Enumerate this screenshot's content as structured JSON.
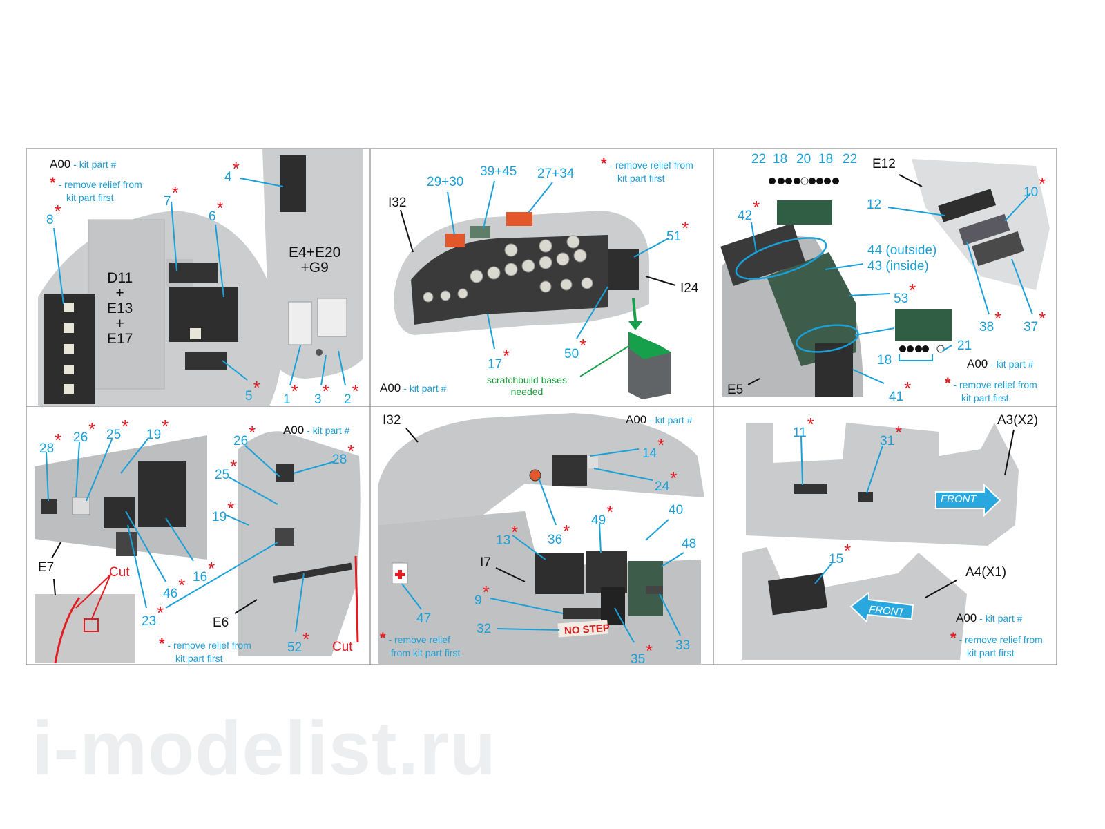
{
  "legend": {
    "kit_code": "A00",
    "kit_text": "- kit part #",
    "star": "*",
    "relief_line1": "- remove relief from",
    "relief_line2": "kit part first",
    "relief_alt1": "- remove relief from",
    "relief_alt2": "from kit part first",
    "relief_short": "- remove relief"
  },
  "panel1": {
    "assembly_left": [
      "D11",
      "+",
      "E13",
      "+",
      "E17"
    ],
    "assembly_right": [
      "E4+E20",
      "+G9"
    ],
    "parts": [
      "8",
      "7",
      "6",
      "4",
      "5",
      "1",
      "3",
      "2"
    ]
  },
  "panel2": {
    "refs": [
      "I32",
      "I24"
    ],
    "parts": [
      "29+30",
      "39+45",
      "27+34",
      "51",
      "17",
      "50"
    ],
    "note": [
      "scratchbuild bases",
      "needed"
    ]
  },
  "panel3": {
    "top_labels": [
      "22",
      "18",
      "20",
      "18",
      "22"
    ],
    "refs": [
      "E12",
      "E5"
    ],
    "parts": [
      "42",
      "12",
      "10",
      "53",
      "38",
      "37",
      "21",
      "18",
      "41"
    ],
    "lever_labels": [
      "44 (outside)",
      "43 (inside)"
    ]
  },
  "panel4": {
    "refs": [
      "E7",
      "E6"
    ],
    "parts": [
      "28",
      "26",
      "25",
      "19",
      "26",
      "28",
      "25",
      "19",
      "46",
      "16",
      "23",
      "52"
    ],
    "cut": "Cut"
  },
  "panel5": {
    "refs": [
      "I32",
      "I7"
    ],
    "parts": [
      "14",
      "24",
      "36",
      "49",
      "40",
      "13",
      "48",
      "9",
      "47",
      "32",
      "35",
      "33"
    ],
    "no_step": "NO STEP"
  },
  "panel6": {
    "refs": [
      "A3(X2)",
      "A4(X1)"
    ],
    "parts": [
      "11",
      "31",
      "15"
    ],
    "front": "FRONT"
  },
  "watermark": "i-modelist.ru",
  "colors": {
    "label": "#1aa0d8",
    "star": "#e31b23",
    "plastic": "#c9cbcc",
    "panel": "#3a3a3a",
    "green": "#2f5e45"
  }
}
